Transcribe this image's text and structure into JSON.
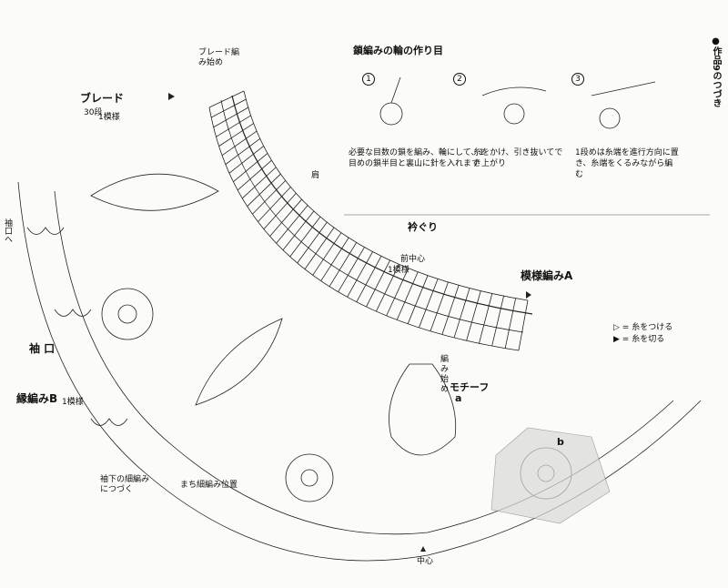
{
  "side_title": "●作品9のつづき",
  "ring": {
    "title": "鎖編みの輪の作り目",
    "steps": [
      {
        "num": "1",
        "text": "必要な目数の鎖を編み、輪にして、1目めの鎖半目と裏山に針を入れます"
      },
      {
        "num": "2",
        "text": "糸をかけ、引き抜いてでき上がり"
      },
      {
        "num": "3",
        "text": "1段めは糸端を進行方向に置き、糸端をくるみながら編む"
      }
    ]
  },
  "labels": {
    "braid_start": "ブレード編み始め",
    "braid": "ブレード",
    "braid_rows": "30段",
    "one_pattern_1": "1模様",
    "shoulder": "肩",
    "neckline": "衿ぐり",
    "front_center": "前中心",
    "one_pattern_2": "1模様",
    "pattern_a": "模様編みA",
    "cuff": "袖 口",
    "edging_b": "縁編みB",
    "one_pattern_3": "1模様",
    "sleeve_connect": "袖下の細編みにつづく",
    "gusset": "まち細編み位置",
    "motif_start": "編み始め",
    "motif": "モチーフ",
    "motif_a": "a",
    "motif_b": "b",
    "center": "中心",
    "left_vertical": "袖口へ"
  },
  "legend": [
    {
      "symbol": "▷",
      "text": "= 糸をつける"
    },
    {
      "symbol": "▶",
      "text": "= 糸を切る"
    }
  ],
  "colors": {
    "line": "#222222",
    "shade": "#d9d9d9"
  }
}
